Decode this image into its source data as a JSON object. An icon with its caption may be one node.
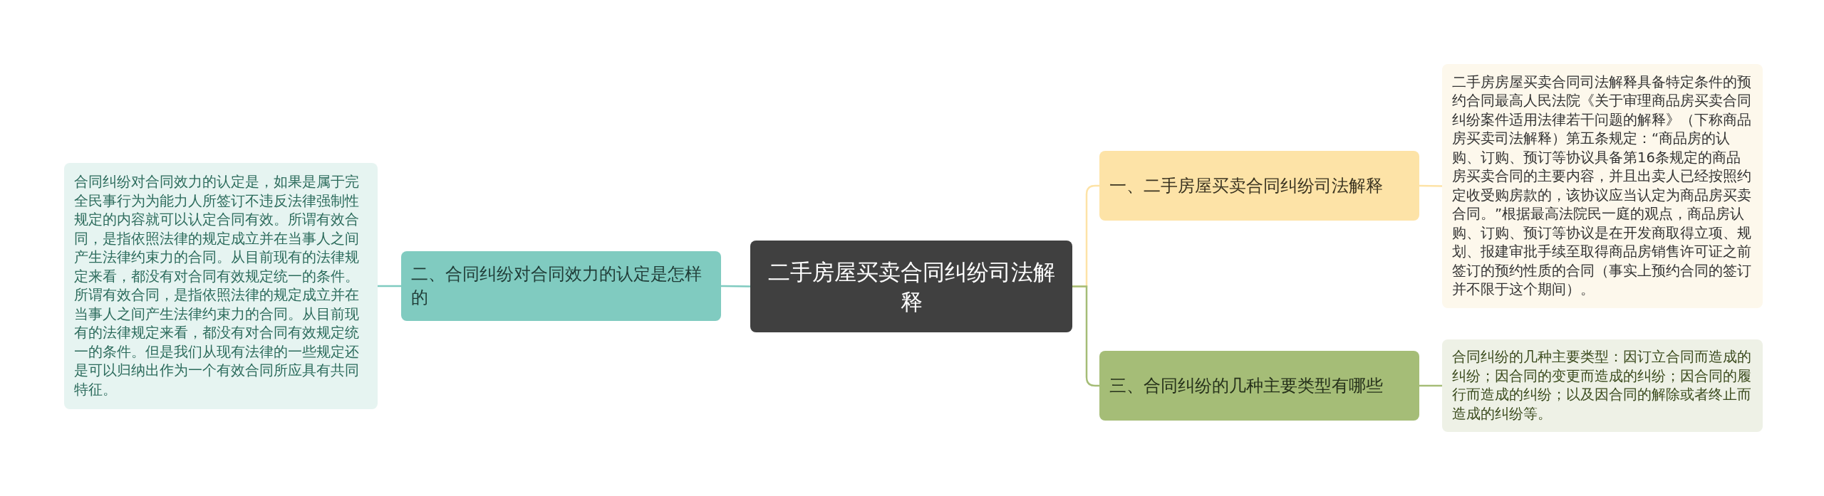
{
  "diagram": {
    "nodes": [
      {
        "text": [
          "二手房屋买卖合同纠纷司法解释"
        ]
      },
      {
        "text": [
          "二、合同纠纷对合同效力的认定是怎样的"
        ]
      },
      {
        "text": [
          "合同纠纷对合同效力的认定是，如果是属于完全民事行为为能力人所签订不违反法律强制性规定的内容就可以认定合同有效。所谓有效合同，是指依照法律的规定成立并在当事人之间产生法律约束力的合同。从目前现有的法律规定来看，都没有对合同有效规定统一的条件。所谓有效合同，是指依照法律的规定成立并在当事人之间产生法律约束力的合同。从目前现有的法律规定来看，都没有对合同有效规定统一的条件。但是我们从现有法律的一些规定还是可以归纳出作为一个有效合同所应具有共同特征。"
        ]
      },
      {
        "text": [
          "一、二手房屋买卖合同纠纷司法解释"
        ]
      },
      {
        "text": [
          "二手房房屋买卖合同司法解释具备特定条件的预约合同最高人民法院《关于审理商品房买卖合同纠纷案件适用法律若干问题的解释》（下称商品房买卖司法解释）第五条规定：“商品房的认购、订购、预订等协议具备第16条规定的商品房买卖合同的主要内容，并且出卖人已经按照约定收受购房款的，该协议应当认定为商品房买卖合同。”根据最高法院民一庭的观点，商品房认购、订购、预订等协议是在开发商取得立项、规划、报建审批手续至取得商品房销售许可证之前签订的预约性质的合同（事实上预约合同的签订并不限于这个期间）。"
        ]
      },
      {
        "text": [
          "三、合同纠纷的几种主要类型有哪些"
        ]
      },
      {
        "text": [
          "合同纠纷的几种主要类型：因订立合同而造成的纠纷；因合同的变更而造成的纠纷；因合同的履行而造成的纠纷；以及因合同的解除或者终止而造成的纠纷等。"
        ]
      }
    ],
    "edges": [
      {
        "from": 0,
        "to": 1,
        "arrow": "none",
        "color": "#80cbc0"
      },
      {
        "from": 1,
        "to": 2,
        "arrow": "none",
        "color": "#80cbc0"
      },
      {
        "from": 0,
        "to": 3,
        "arrow": "none",
        "color": "#fde3a7"
      },
      {
        "from": 3,
        "to": 4,
        "arrow": "none",
        "color": "#fde3a7"
      },
      {
        "from": 0,
        "to": 5,
        "arrow": "none",
        "color": "#a5bd77"
      },
      {
        "from": 5,
        "to": 6,
        "arrow": "none",
        "color": "#a5bd77"
      }
    ]
  }
}
